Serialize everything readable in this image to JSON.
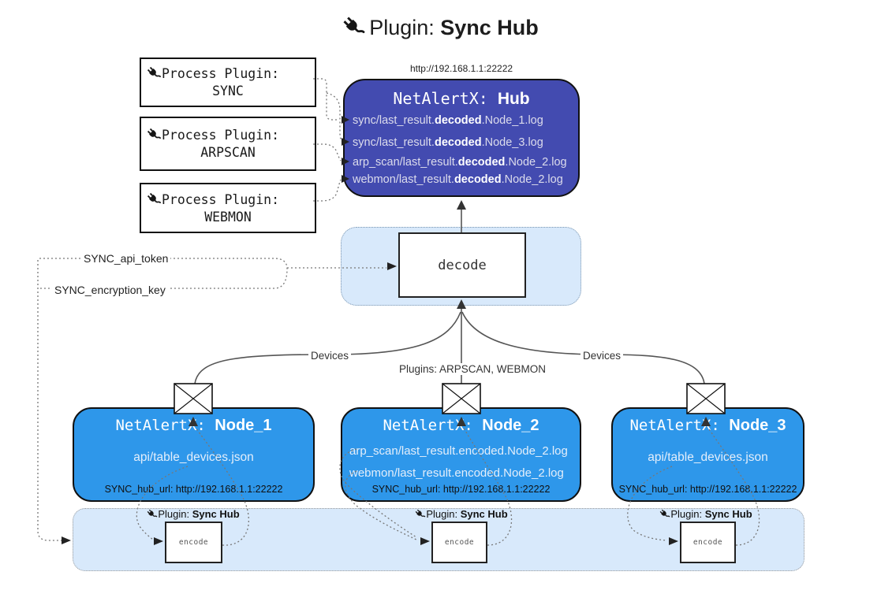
{
  "title": {
    "prefix": "Plugin: ",
    "name": "Sync Hub"
  },
  "colors": {
    "hub": "#434bb0",
    "node": "#2e97ea",
    "panel": "#d8e9fb"
  },
  "process_plugins": [
    {
      "label": "Process Plugin:",
      "name": "SYNC"
    },
    {
      "label": "Process Plugin:",
      "name": "ARPSCAN"
    },
    {
      "label": "Process Plugin:",
      "name": "WEBMON"
    }
  ],
  "hub": {
    "url_label": "http://192.168.1.1:22222",
    "title_prefix": "NetAlertX: ",
    "title_name": "Hub",
    "files": [
      {
        "pre": "sync/last_result.",
        "bold": "decoded",
        "post": ".Node_1.log"
      },
      {
        "pre": "sync/last_result.",
        "bold": "decoded",
        "post": ".Node_3.log"
      },
      {
        "pre": "arp_scan/last_result.",
        "bold": "decoded",
        "post": ".Node_2.log"
      },
      {
        "pre": "webmon/last_result.",
        "bold": "decoded",
        "post": ".Node_2.log"
      }
    ]
  },
  "decode": {
    "label": "decode"
  },
  "config": {
    "api_token": "SYNC_api_token",
    "encryption_key": "SYNC_encryption_key"
  },
  "edges": {
    "devices_left": "Devices",
    "plugins_mid": "Plugins: ARPSCAN, WEBMON",
    "devices_right": "Devices"
  },
  "nodes": [
    {
      "title_prefix": "NetAlertX: ",
      "name": "Node_1",
      "files": [
        "api/table_devices.json"
      ],
      "hub_url": "SYNC_hub_url: http://192.168.1.1:22222"
    },
    {
      "title_prefix": "NetAlertX: ",
      "name": "Node_2",
      "files": [
        "arp_scan/last_result.encoded.Node_2.log",
        "webmon/last_result.encoded.Node_2.log"
      ],
      "hub_url": "SYNC_hub_url: http://192.168.1.1:22222"
    },
    {
      "title_prefix": "NetAlertX: ",
      "name": "Node_3",
      "files": [
        "api/table_devices.json"
      ],
      "hub_url": "SYNC_hub_url: http://192.168.1.1:22222"
    }
  ],
  "encoders": [
    {
      "prefix": "Plugin: ",
      "name": "Sync Hub",
      "box_label": "encode"
    },
    {
      "prefix": "Plugin: ",
      "name": "Sync Hub",
      "box_label": "encode"
    },
    {
      "prefix": "Plugin: ",
      "name": "Sync Hub",
      "box_label": "encode"
    }
  ]
}
